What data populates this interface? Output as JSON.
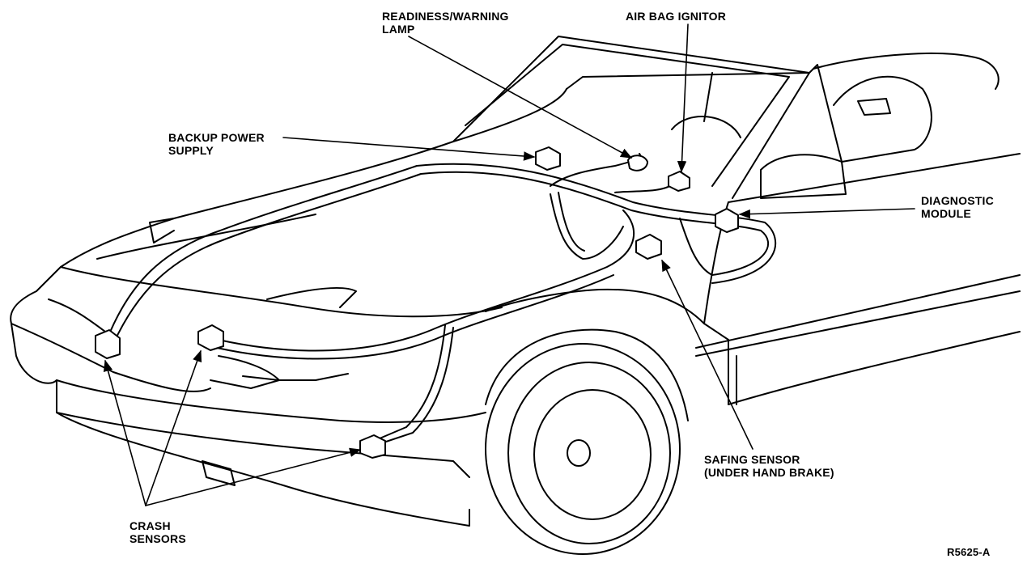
{
  "labels": {
    "readiness_lamp": {
      "line1": "READINESS/WARNING",
      "line2": "LAMP"
    },
    "air_bag_ignitor": {
      "line1": "AIR BAG IGNITOR"
    },
    "backup_power": {
      "line1": "BACKUP POWER",
      "line2": "SUPPLY"
    },
    "diagnostic_module": {
      "line1": "DIAGNOSTIC",
      "line2": "MODULE"
    },
    "safing_sensor": {
      "line1": "SAFING SENSOR",
      "line2": "(UNDER HAND BRAKE)"
    },
    "crash_sensors": {
      "line1": "CRASH",
      "line2": "SENSORS"
    },
    "figure_code": "R5625-A"
  },
  "colors": {
    "ink": "#000000",
    "paper": "#ffffff"
  }
}
